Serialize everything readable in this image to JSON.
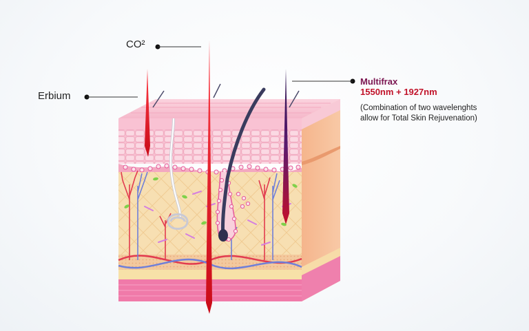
{
  "labels": {
    "co2": "CO²",
    "erbium": "Erbium",
    "multifrax_title": "Multifrax",
    "multifrax_wavelengths": "1550nm + 1927nm",
    "multifrax_desc_line1": "(Combination of two wavelenghts",
    "multifrax_desc_line2": "allow for Total Skin Rejuvenation)"
  },
  "colors": {
    "laser_red": "#d8101f",
    "laser_purple": "#4a1a6b",
    "multifrax_title": "#7a1450",
    "multifrax_wavelengths": "#c1132a",
    "epidermis": "#f6b4c8",
    "dermis": "#f6ddb0",
    "fat": "#f3c6a0",
    "bottom_layer": "#f07aa9"
  },
  "icons": {
    "pointer_dot": "dot-icon",
    "laser_beam": "laser-beam-icon",
    "hair": "hair-strand-icon"
  }
}
